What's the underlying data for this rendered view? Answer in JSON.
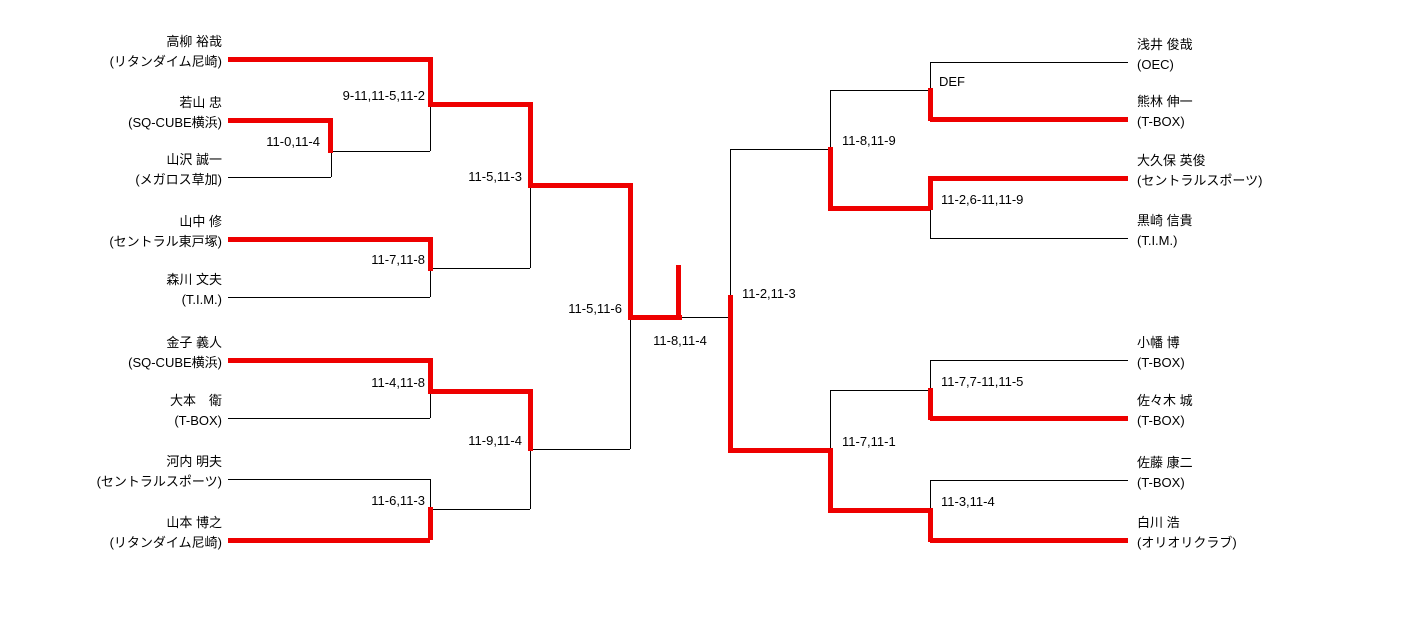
{
  "colors": {
    "winner_path": "#ee0000",
    "line": "#000000",
    "background": "#ffffff",
    "text": "#000000"
  },
  "bracket": {
    "left": {
      "players": [
        {
          "name": "高柳 裕哉",
          "club": "(リタンダイム尼崎)"
        },
        {
          "name": "若山 忠",
          "club": "(SQ-CUBE横浜)"
        },
        {
          "name": "山沢 誠一",
          "club": "(メガロス草加)"
        },
        {
          "name": "山中 修",
          "club": "(セントラル東戸塚)"
        },
        {
          "name": "森川 文夫",
          "club": "(T.I.M.)"
        },
        {
          "name": "金子 義人",
          "club": "(SQ-CUBE横浜)"
        },
        {
          "name": "大本　衛",
          "club": "(T-BOX)"
        },
        {
          "name": "河内 明夫",
          "club": "(セントラルスポーツ)"
        },
        {
          "name": "山本 博之",
          "club": "(リタンダイム尼崎)"
        }
      ],
      "scores": {
        "round1": "11-0,11-4",
        "qf1": "9-11,11-5,11-2",
        "qf2": "11-7,11-8",
        "qf3": "11-4,11-8",
        "qf4": "11-6,11-3",
        "sf1": "11-5,11-3",
        "sf2": "11-9,11-4",
        "final": "11-5,11-6"
      }
    },
    "right": {
      "players": [
        {
          "name": "浅井 俊哉",
          "club": "(OEC)"
        },
        {
          "name": "熊林 伸一",
          "club": "(T-BOX)"
        },
        {
          "name": "大久保 英俊",
          "club": "(セントラルスポーツ)"
        },
        {
          "name": "黒崎 信貴",
          "club": "(T.I.M.)"
        },
        {
          "name": "小幡 博",
          "club": "(T-BOX)"
        },
        {
          "name": "佐々木 城",
          "club": "(T-BOX)"
        },
        {
          "name": "佐藤 康二",
          "club": "(T-BOX)"
        },
        {
          "name": "白川 浩",
          "club": "(オリオリクラブ)"
        }
      ],
      "scores": {
        "qf1": "DEF",
        "qf2": "11-2,6-11,11-9",
        "qf3": "11-7,7-11,11-5",
        "qf4": "11-3,11-4",
        "sf1": "11-8,11-9",
        "sf2": "11-7,11-1",
        "final": "11-2,11-3"
      }
    },
    "championship": {
      "score": "11-8,11-4"
    }
  }
}
